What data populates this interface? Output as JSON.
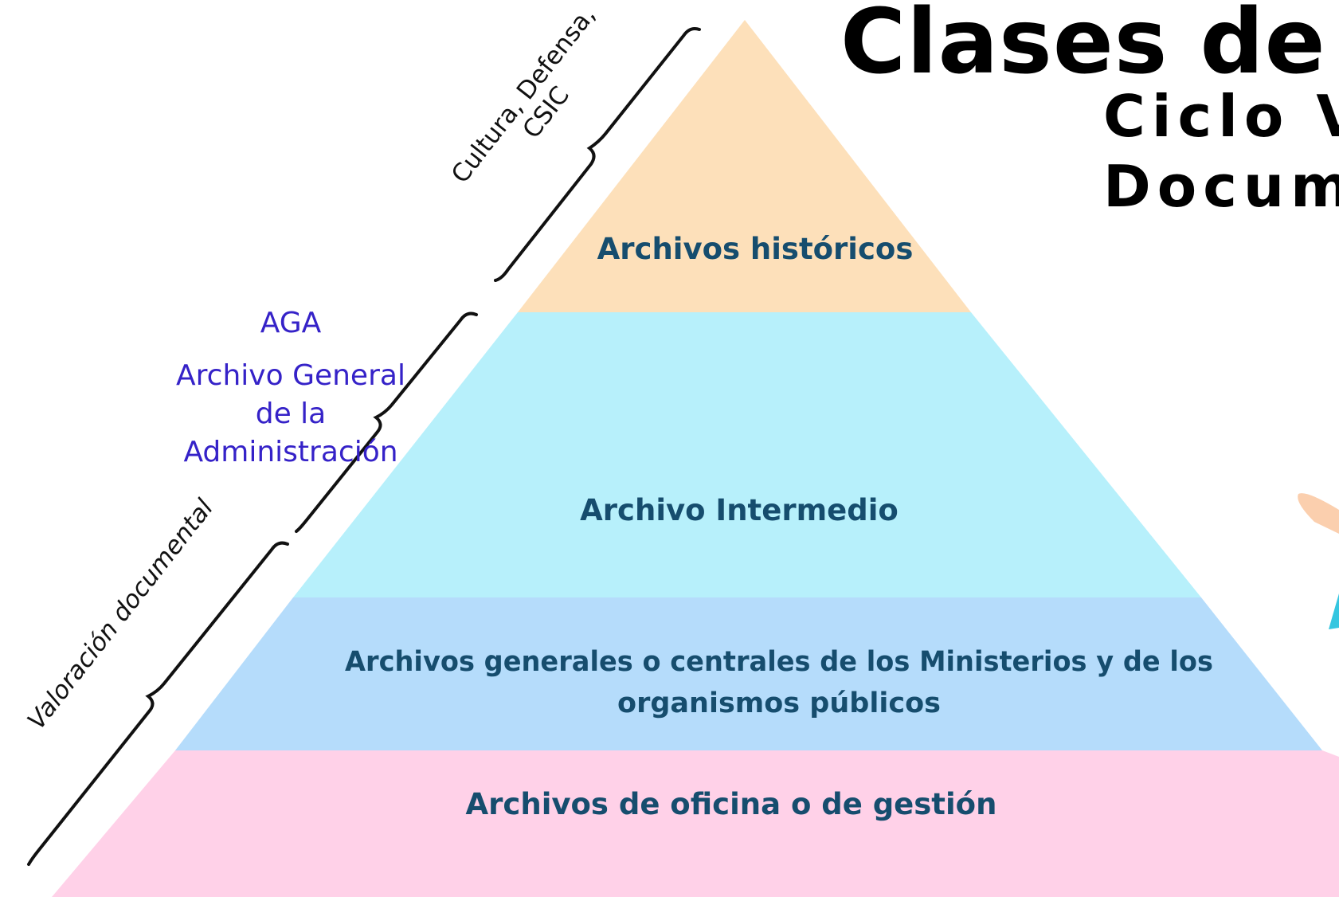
{
  "title": {
    "main": "Clases de Ar",
    "line2": "Ciclo Vi",
    "line3": "Docume"
  },
  "pyramid": {
    "levels": [
      {
        "id": "historicos",
        "label": "Archivos históricos",
        "color": "#fde0ba"
      },
      {
        "id": "intermedio",
        "label": "Archivo Intermedio",
        "color": "#b7f0fb"
      },
      {
        "id": "centrales",
        "label_line1": "Archivos generales o centrales de los Ministerios y de los",
        "label_line2": "organismos públicos",
        "color": "#b5dcfb"
      },
      {
        "id": "oficina",
        "label": "Archivos de oficina o de gestión",
        "color": "#ffd1e8"
      }
    ],
    "text_color": "#164d6e"
  },
  "annotations": {
    "cultura_line1": "Cultura, Defensa,",
    "cultura_line2": "CSIC",
    "aga_title": "AGA",
    "aga_line1": "Archivo General",
    "aga_line2": "de la",
    "aga_line3": "Administración",
    "aga_color": "#3522c8",
    "valoracion": "Valoración documental"
  }
}
